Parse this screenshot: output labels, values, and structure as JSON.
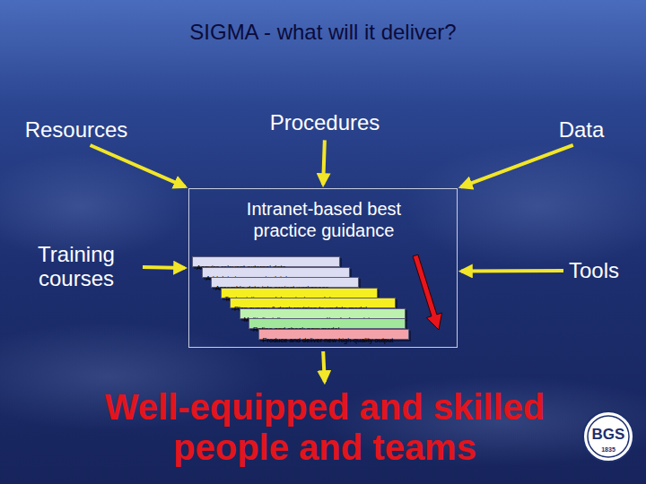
{
  "diagram": {
    "title": "SIGMA - what will it deliver?",
    "nodes": [
      {
        "text": [
          "Resources"
        ]
      },
      {
        "text": [
          "Procedures"
        ]
      },
      {
        "text": [
          "Data"
        ]
      },
      {
        "text": [
          "Training courses"
        ]
      },
      {
        "text": [
          "Tools"
        ]
      },
      {
        "text": [
          "Intranet-based best practice guidance"
        ]
      },
      {
        "text": [
          "Acquire relevant external data"
        ],
        "in": 5
      },
      {
        "text": [
          "Add data to corporate databases"
        ],
        "in": 5
      },
      {
        "text": [
          "Assemble data into project workspace"
        ],
        "in": 5
      },
      {
        "text": [
          "Test existing model against new data"
        ],
        "in": 5
      },
      {
        "text": [
          "Plan survey & desk revision to update model"
        ],
        "in": 5
      },
      {
        "text": [
          "Multi-disciplinary survey and/or desk revision"
        ],
        "in": 5
      },
      {
        "text": [
          "Refine and check new model"
        ],
        "in": 5
      },
      {
        "text": [
          "Produce and deliver new high-quality output"
        ],
        "in": 5
      },
      {
        "text": [
          "Well-equipped and skilled people and teams"
        ]
      }
    ],
    "edges": [
      {
        "from": 0,
        "to": 5,
        "arrow": "to"
      },
      {
        "from": 1,
        "to": 5,
        "arrow": "to"
      },
      {
        "from": 2,
        "to": 5,
        "arrow": "to"
      },
      {
        "from": 3,
        "to": 5,
        "arrow": "to"
      },
      {
        "from": 4,
        "to": 5,
        "arrow": "to"
      },
      {
        "from": 5,
        "to": 14,
        "arrow": "to"
      }
    ],
    "labels": [
      "BGS",
      "1835"
    ]
  }
}
